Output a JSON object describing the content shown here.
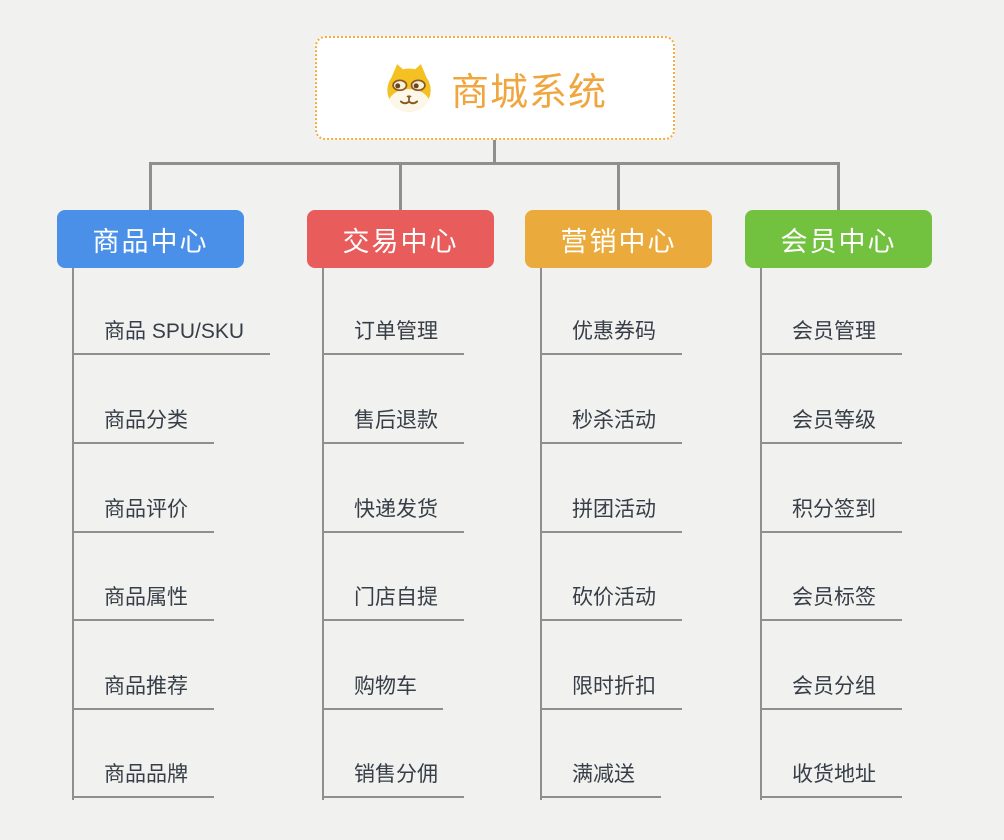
{
  "page": {
    "background": "#F1F1EF",
    "connector_color": "#8F8F8F"
  },
  "root": {
    "title": "商城系统",
    "icon": "shiba-dog-face-icon",
    "text_color": "#F0A63E",
    "border_color": "#F5AD42"
  },
  "columns": [
    {
      "title": "商品中心",
      "color": "#4A90E8",
      "items": [
        "商品 SPU/SKU",
        "商品分类",
        "商品评价",
        "商品属性",
        "商品推荐",
        "商品品牌"
      ]
    },
    {
      "title": "交易中心",
      "color": "#E95C5C",
      "items": [
        "订单管理",
        "售后退款",
        "快递发货",
        "门店自提",
        "购物车",
        "销售分佣"
      ]
    },
    {
      "title": "营销中心",
      "color": "#EBAB3C",
      "items": [
        "优惠券码",
        "秒杀活动",
        "拼团活动",
        "砍价活动",
        "限时折扣",
        "满减送"
      ]
    },
    {
      "title": "会员中心",
      "color": "#72C13F",
      "items": [
        "会员管理",
        "会员等级",
        "积分签到",
        "会员标签",
        "会员分组",
        "收货地址"
      ]
    }
  ]
}
